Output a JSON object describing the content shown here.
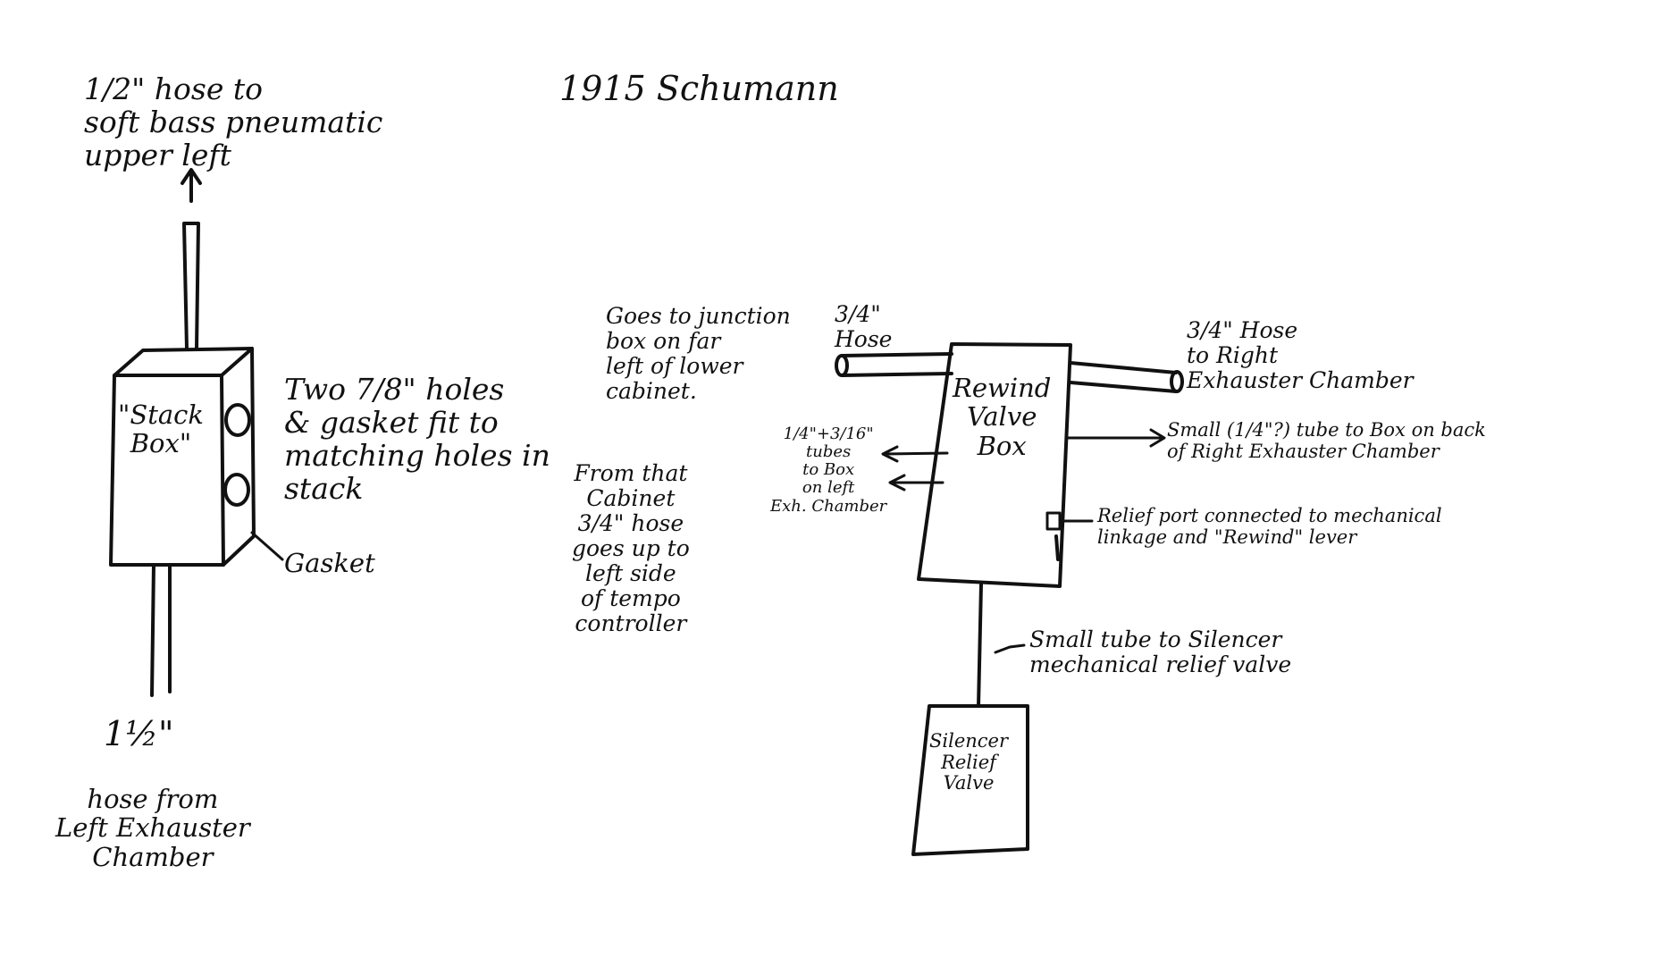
{
  "title": "1915 Schumann",
  "stack_box": {
    "label": "\"Stack\nBox\"",
    "top_hose_note": "1/2\" hose to\nsoft bass pneumatic\nupper left",
    "holes_note": "Two 7/8\" holes\n& gasket fit to\nmatching holes in\nstack",
    "gasket_label": "Gasket",
    "bottom_hose_size": "1½\"",
    "bottom_hose_note": "hose from\nLeft Exhauster\nChamber"
  },
  "rewind_valve_box": {
    "label": "Rewind\nValve\nBox",
    "left_hose_note": "Goes to junction\nbox on far\nleft of lower\ncabinet.",
    "left_hose_size": "3/4\"\nHose",
    "cabinet_note": "From that\nCabinet\n3/4\" hose\ngoes up to\nleft side\nof tempo\ncontroller",
    "left_tubes_note": "1/4\"+3/16\"\ntubes\nto Box\non left\nExh. Chamber",
    "right_hose_note": "3/4\" Hose\nto Right\nExhauster Chamber",
    "small_tube_note": "Small (1/4\"?) tube to Box on back\nof Right Exhauster Chamber",
    "relief_port_note": "Relief port connected to mechanical\nlinkage and \"Rewind\" lever",
    "silencer_tube_note": "Small tube to Silencer\nmechanical relief valve"
  },
  "silencer_box": {
    "label": "Silencer\nRelief\nValve"
  }
}
